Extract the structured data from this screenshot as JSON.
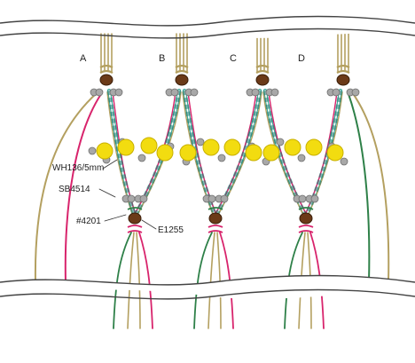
{
  "columns": {
    "a": "A",
    "b": "B",
    "c": "C",
    "d": "D"
  },
  "callouts": {
    "wh": "WH136/5mm",
    "sb": "SB4514",
    "num": "#4201",
    "e": "E1255"
  },
  "colors": {
    "tan_cord": "#b4a060",
    "pink_cord": "#d8246c",
    "green_cord": "#2e8048",
    "teal_bead": "#3aa89a",
    "yellow_bead": "#f2dc10",
    "gray_bead": "#a8a8a8",
    "brown_bead": "#6b3a18"
  }
}
